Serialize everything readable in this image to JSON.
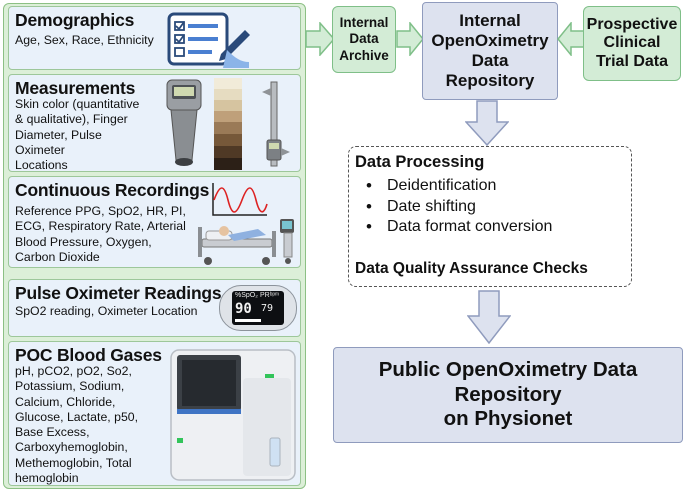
{
  "sources": {
    "demographics": {
      "title": "Demographics",
      "desc": "Age, Sex, Race, Ethnicity"
    },
    "measurements": {
      "title": "Measurements",
      "desc_lines": [
        "Skin color (quantitative",
        "& qualitative), Finger",
        "Diameter, Pulse",
        "Oximeter",
        "Locations"
      ]
    },
    "continuous": {
      "title": "Continuous Recordings",
      "desc_lines": [
        "Reference PPG, SpO2, HR, PI,",
        "ECG, Respiratory Rate, Arterial",
        "Blood Pressure, Oxygen,",
        "Carbon Dioxide"
      ]
    },
    "pulse_ox": {
      "title": "Pulse Oximeter Readings",
      "desc": "SpO2 reading, Oximeter Location",
      "device": {
        "label_spo2": "%SpO₂",
        "label_pr": "PRᵇᵖᵐ",
        "value_spo2": "90",
        "value_pr": "79"
      }
    },
    "poc": {
      "title": "POC Blood Gases",
      "desc_lines": [
        "pH, pCO2, pO2, So2,",
        "Potassium, Sodium,",
        "Calcium, Chloride,",
        "Glucose, Lactate, p50,",
        "Base Excess,",
        "Carboxyhemoglobin,",
        "Methemoglobin, Total",
        "hemoglobin"
      ]
    }
  },
  "internal_archive": {
    "lines": [
      "Internal",
      "Data",
      "Archive"
    ]
  },
  "internal_repo": {
    "lines": [
      "Internal",
      "OpenOximetry",
      "Data",
      "Repository"
    ]
  },
  "prospective": {
    "lines": [
      "Prospective",
      "Clinical",
      "Trial Data"
    ]
  },
  "processing": {
    "title": "Data Processing",
    "items": [
      "Deidentification",
      "Date shifting",
      "Data format conversion"
    ],
    "qa": "Data Quality Assurance Checks"
  },
  "public_repo": {
    "lines": [
      "Public OpenOximetry Data",
      "Repository",
      "on Physionet"
    ]
  },
  "colors": {
    "green_fill": "#d3ecd6",
    "green_border": "#7fbf88",
    "blue_fill": "#dde2ef",
    "blue_border": "#8f9bbd",
    "section_fill": "#e9f1fa"
  }
}
